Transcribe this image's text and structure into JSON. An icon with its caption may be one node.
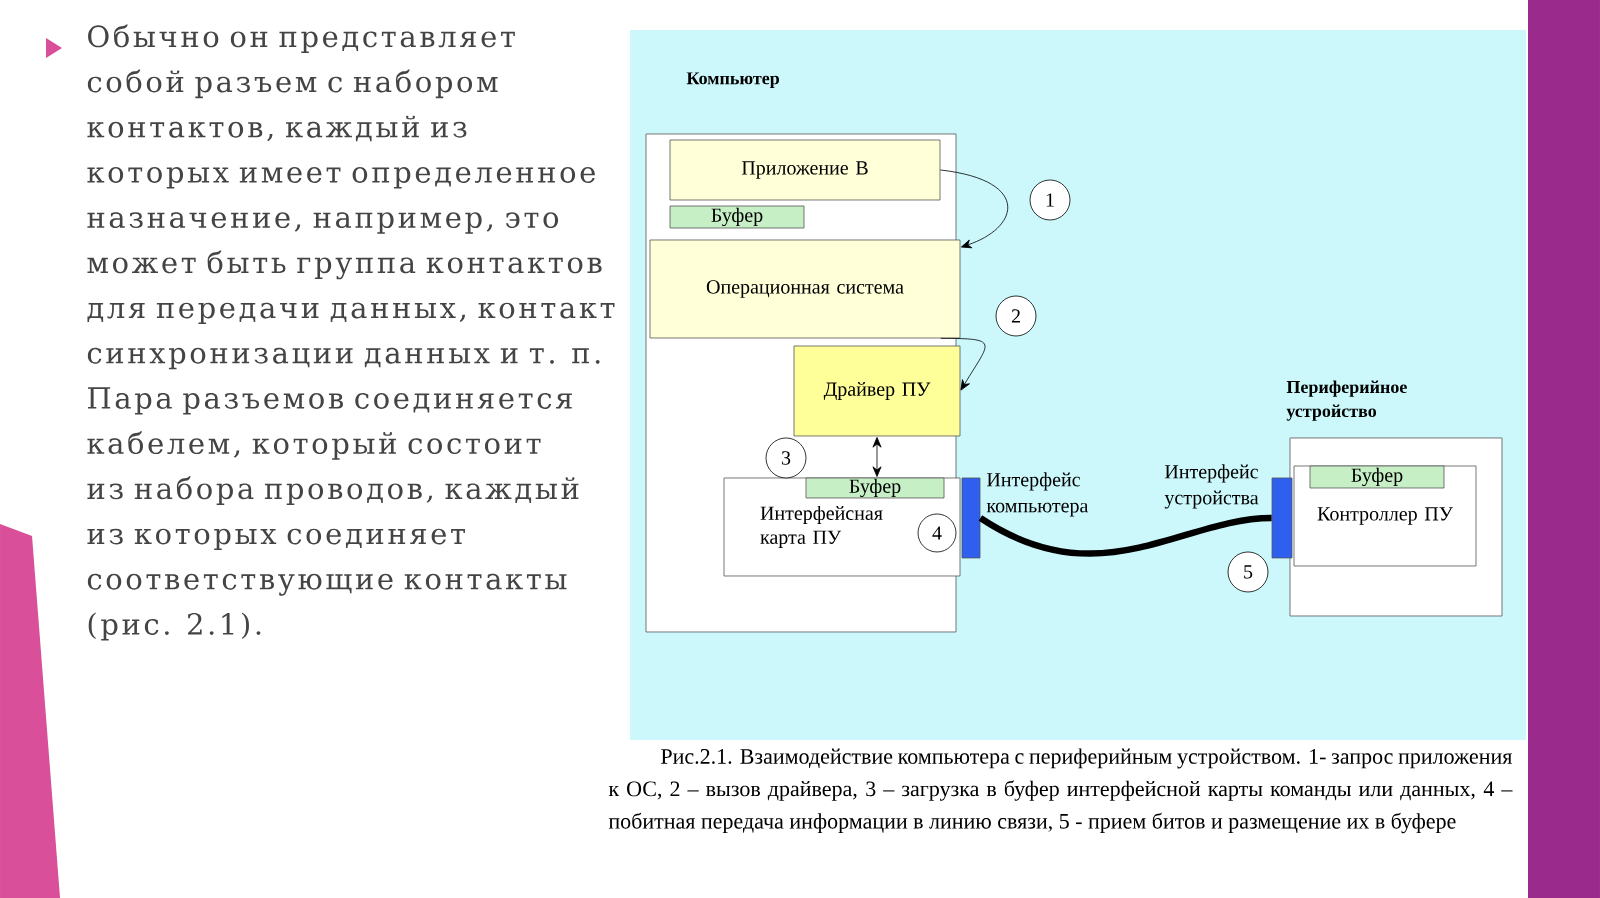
{
  "diagram": {
    "caption": "Рис.2.1. Взаимодействие компьютера с периферийным устройством. 1- запрос приложения к ОС, 2 – вызов драйвера, 3 – загрузка в буфер интерфейсной карты команды или данных, 4 – побитная передача информации в линию связи, 5 - прием битов и размещение их в буфере",
    "nodes": [
      {
        "text": [
          "Компьютер"
        ]
      },
      {
        "text": [
          "Приложение В"
        ],
        "in": 0
      },
      {
        "text": [
          "Буфер"
        ],
        "in": 0
      },
      {
        "text": [
          "Операционная система"
        ],
        "in": 0
      },
      {
        "text": [
          "Драйвер ПУ"
        ],
        "in": 0
      },
      {
        "text": [
          "Интерфейсная карта ПУ"
        ],
        "in": 0
      },
      {
        "text": [
          "Буфер"
        ],
        "in": 5
      },
      {
        "text": [],
        "shape": "bar",
        "beside": [
          "Интерфейс компьютера"
        ]
      },
      {
        "text": [
          "Периферийное устройство"
        ]
      },
      {
        "text": [
          "Контроллер ПУ"
        ],
        "in": 8
      },
      {
        "text": [
          "Буфер"
        ],
        "in": 9
      },
      {
        "text": [],
        "shape": "bar",
        "beside": [
          "Интерфейс устройства"
        ]
      },
      {
        "text": [
          "1"
        ]
      },
      {
        "text": [
          "2"
        ]
      },
      {
        "text": [
          "3"
        ],
        "in": 0
      },
      {
        "text": [
          "4"
        ],
        "in": 5
      },
      {
        "text": [
          "5"
        ]
      }
    ],
    "edges": [
      {
        "from": 1,
        "to": 3,
        "arrow": "to"
      },
      {
        "from": 3,
        "to": 4,
        "arrow": "to"
      },
      {
        "from": 4,
        "to": 6,
        "arrow": "both"
      },
      {
        "from": 7,
        "to": 11,
        "arrow": "none",
        "style": "thick"
      }
    ],
    "labels": [
      "Обычно он представляет собой разъем с набором контактов, каждый из которых имеет определенное назначение, например, это может быть группа контактов для передачи данных, контакт синхронизации данных и т. п. Пара разъемов соединяется кабелем, который состоит из набора проводов, каждый из которых соединяет соответствующие контакты (рис. 2.1)."
    ]
  }
}
